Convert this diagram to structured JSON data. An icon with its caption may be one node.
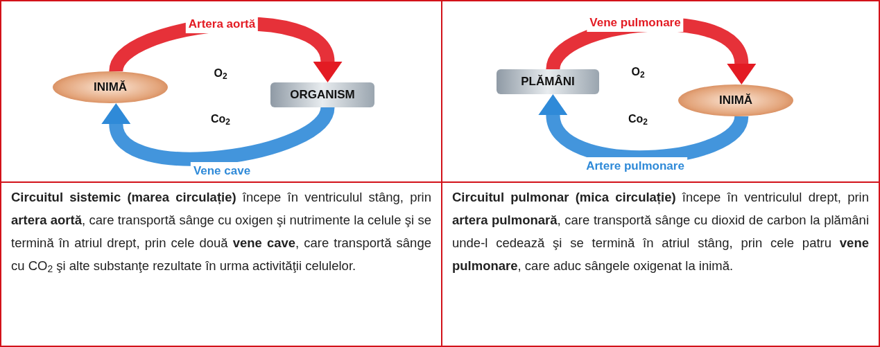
{
  "diagram": {
    "nodes": [
      {
        "text": [
          "INIMĂ"
        ]
      },
      {
        "text": [
          "ORGANISM"
        ]
      },
      {
        "text": [
          "PLĂMÂNI"
        ]
      },
      {
        "text": [
          "INIMĂ"
        ]
      }
    ],
    "edges": [
      {
        "from": 0,
        "to": 1,
        "arrow": "to",
        "label": "Artera aortă",
        "color": "#e31b23"
      },
      {
        "from": 1,
        "to": 0,
        "arrow": "to",
        "label": "Vene cave",
        "color": "#2f8ad8"
      },
      {
        "from": 2,
        "to": 3,
        "arrow": "to",
        "label": "Vene pulmonare",
        "color": "#e31b23"
      },
      {
        "from": 3,
        "to": 2,
        "arrow": "to",
        "label": "Artere pulmonare",
        "color": "#2f8ad8"
      }
    ],
    "labels": [
      "O$_{2}$",
      "Co$_{2}$",
      "O$_{2}$",
      "Co$_{2}$",
      "**Circuitul sistemic (marea circulație)** începe în ventriculul stâng, prin **artera aortă**, care transportă sânge cu oxigen şi nutrimente la celule şi se termină în atriul drept, prin cele două **vene cave**, care transportă sânge cu CO$_{2}$ şi alte substanţe rezultate în urma activităţii celulelor.",
      "**Circuitul pulmonar (mica circulație)** începe în ventriculul drept, prin **artera pulmonară**, care transportă sânge cu dioxid de carbon la plămâni unde-l cedează şi se termină în atriul stâng, prin cele patru **vene pulmonare**, care aduc sângele oxigenat la inimă."
    ]
  }
}
